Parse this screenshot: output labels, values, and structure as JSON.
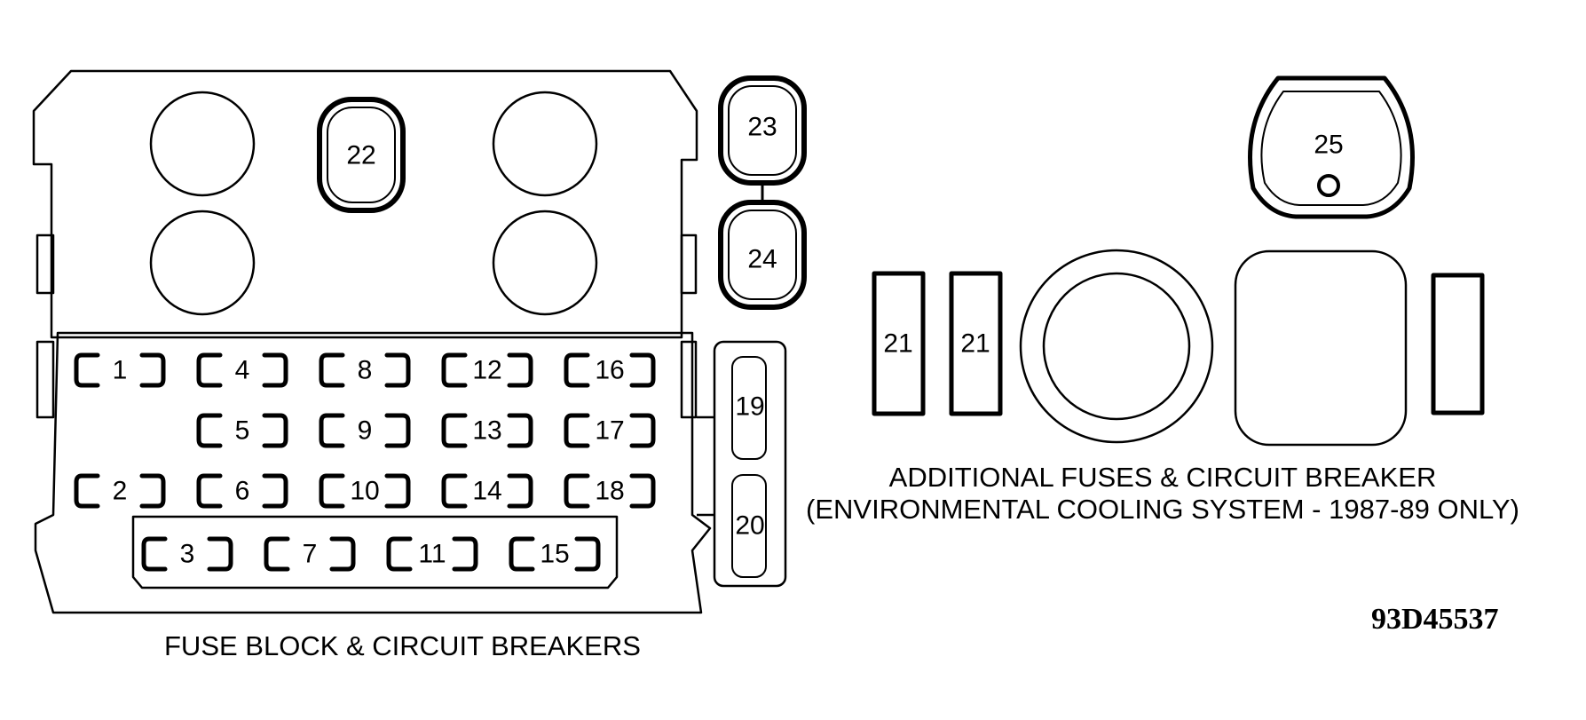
{
  "fuse_block": {
    "caption": "FUSE BLOCK & CIRCUIT BREAKERS",
    "breakers": [
      "22",
      "23",
      "24"
    ],
    "fuses": [
      "1",
      "2",
      "3",
      "4",
      "5",
      "6",
      "7",
      "8",
      "9",
      "10",
      "11",
      "12",
      "13",
      "14",
      "15",
      "16",
      "17",
      "18",
      "19",
      "20"
    ]
  },
  "additional": {
    "caption_line1": "ADDITIONAL FUSES & CIRCUIT BREAKER",
    "caption_line2": "(ENVIRONMENTAL COOLING SYSTEM - 1987-89 ONLY)",
    "fuse_a": "21",
    "fuse_b": "21",
    "breaker": "25"
  },
  "figure_code": "93D45537"
}
